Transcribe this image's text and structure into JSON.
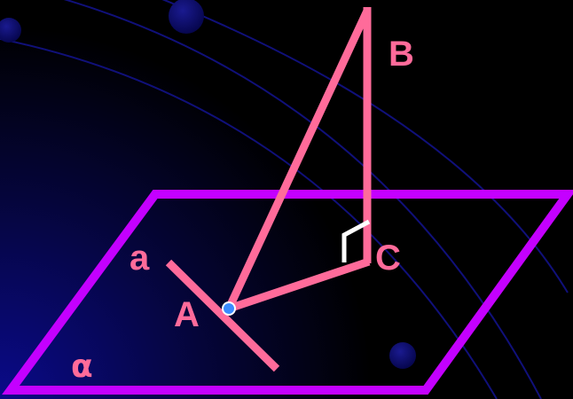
{
  "diagram": {
    "labels": {
      "point_b": "B",
      "point_c": "C",
      "point_a": "A",
      "line_a": "a",
      "plane": "α"
    },
    "colors": {
      "background_dark": "#000000",
      "background_glow": "#0a0a8a",
      "orbit_lines": "#10107a",
      "orbit_dots": "#0c0c70",
      "plane_edge": "#c400ff",
      "segments": "#ff6b9a",
      "label_text": "#ff6b9a",
      "right_angle_mark": "#ffffff",
      "point_a_fill": "#3a8bff",
      "point_a_stroke": "#ffffff"
    },
    "elements": [
      "plane-alpha",
      "line-a",
      "segment-ab",
      "segment-ac",
      "segment-bc",
      "right-angle-mark-c",
      "point-a"
    ]
  }
}
